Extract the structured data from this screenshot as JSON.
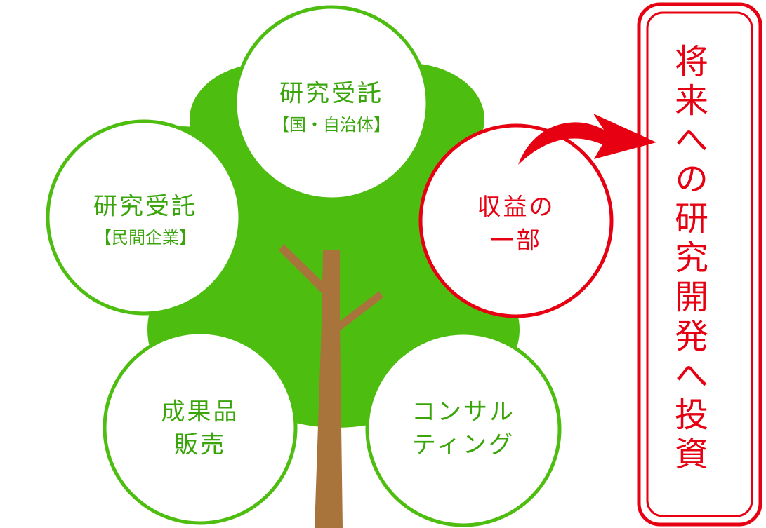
{
  "nodes": [
    {
      "id": "top",
      "main": "研究受託",
      "sub": "【国・自治体】"
    },
    {
      "id": "left",
      "main": "研究受託",
      "sub": "【民間企業】"
    },
    {
      "id": "right",
      "line1": "収益の",
      "line2": "一部"
    },
    {
      "id": "bottom_left",
      "line1": "成果品",
      "line2": "販売"
    },
    {
      "id": "bottom_right",
      "line1": "コンサル",
      "line2": "ティング"
    }
  ],
  "target": {
    "text": "将来への研究開発へ投資"
  },
  "colors": {
    "tree_green": "#4dbe10",
    "circle_border_green": "#4dbe10",
    "green_text": "#3aa50b",
    "trunk_brown": "#a8743b",
    "red": "#e60012"
  }
}
